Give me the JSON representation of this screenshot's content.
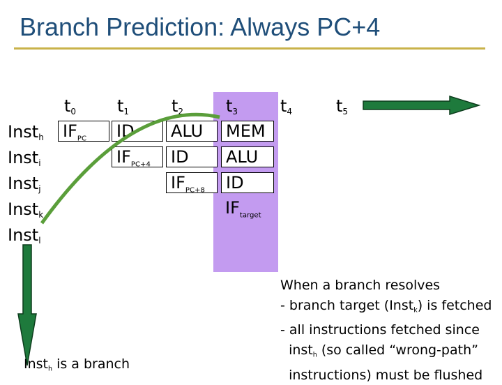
{
  "title": "Branch Prediction: Always PC+4",
  "times": [
    {
      "base": "t",
      "sub": "0"
    },
    {
      "base": "t",
      "sub": "1"
    },
    {
      "base": "t",
      "sub": "2"
    },
    {
      "base": "t",
      "sub": "3"
    },
    {
      "base": "t",
      "sub": "4"
    },
    {
      "base": "t",
      "sub": "5"
    }
  ],
  "instructions": [
    {
      "base": "Inst",
      "sub": "h"
    },
    {
      "base": "Inst",
      "sub": "i"
    },
    {
      "base": "Inst",
      "sub": "j"
    },
    {
      "base": "Inst",
      "sub": "k"
    },
    {
      "base": "Inst",
      "sub": "l"
    }
  ],
  "cells": {
    "h_t0": {
      "base": "IF",
      "sub": "PC"
    },
    "h_t1": {
      "base": "ID",
      "sub": ""
    },
    "h_t2": {
      "base": "ALU",
      "sub": ""
    },
    "h_t3": {
      "base": "MEM",
      "sub": ""
    },
    "i_t1": {
      "base": "IF",
      "sub": "PC+4"
    },
    "i_t2": {
      "base": "ID",
      "sub": ""
    },
    "i_t3": {
      "base": "ALU",
      "sub": ""
    },
    "j_t2": {
      "base": "IF",
      "sub": "PC+8"
    },
    "j_t3": {
      "base": "ID",
      "sub": ""
    },
    "k_t3": {
      "base": "IF",
      "sub": "target"
    }
  },
  "note_left": {
    "pre": "Inst",
    "sub": "h",
    "post": " is a branch"
  },
  "note_right": {
    "line1": "When a branch resolves",
    "line2_pre": "- branch target (Inst",
    "line2_sub": "k",
    "line2_post": ") is fetched",
    "line3": "- all instructions fetched since",
    "line4_pre": "  inst",
    "line4_sub": "h",
    "line4_post": " (so called “wrong-path”",
    "line5": "  instructions) must be flushed"
  },
  "colors": {
    "title": "#1f4e79",
    "rule": "#c9b24a",
    "highlight": "#c39bf0",
    "arrow_fill": "#1e7a3c",
    "curve_stroke": "#5a9e3a"
  }
}
